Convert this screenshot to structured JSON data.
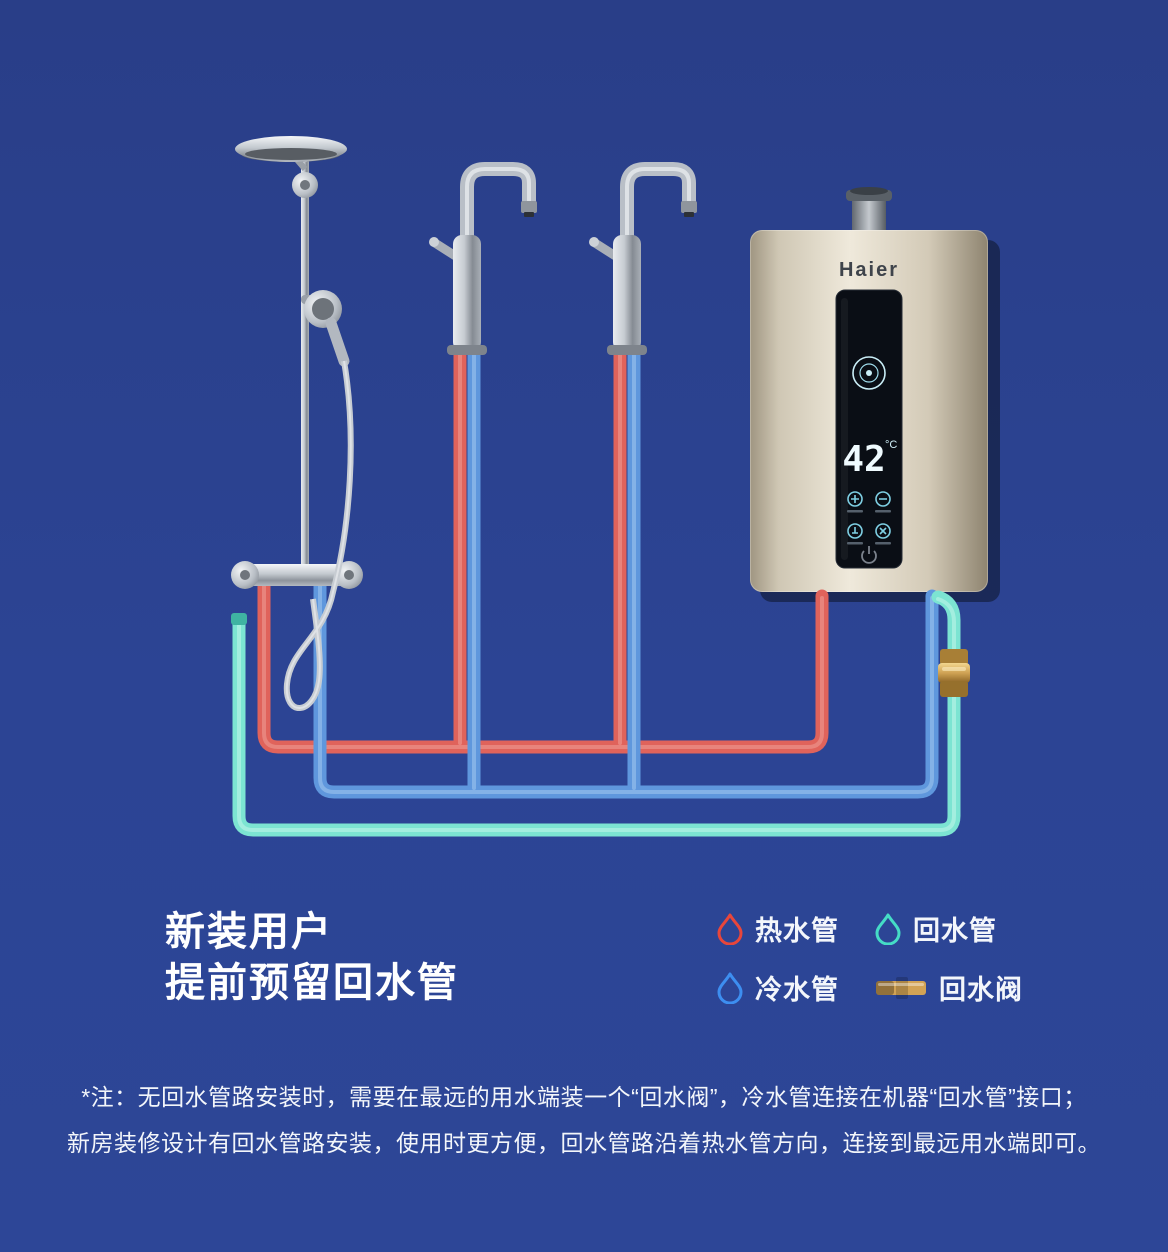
{
  "title": {
    "line1": "新装用户",
    "line2": "提前预留回水管"
  },
  "legend": [
    {
      "name": "hot-water-pipe",
      "icon": "droplet-icon",
      "label": "热水管",
      "color": "#e8463b"
    },
    {
      "name": "return-water-pipe",
      "icon": "droplet-icon",
      "label": "回水管",
      "color": "#45dcc6"
    },
    {
      "name": "cold-water-pipe",
      "icon": "droplet-icon",
      "label": "冷水管",
      "color": "#3d8ef0"
    },
    {
      "name": "return-water-valve",
      "icon": "valve-icon",
      "label": "回水阀",
      "color": "#d2a355"
    }
  ],
  "pipes": {
    "hot": "#e0635b",
    "cold": "#5f97dd",
    "return": "#7ce4d2"
  },
  "heater": {
    "brand": "Haier",
    "temp": "42",
    "unit": "°C"
  },
  "note": {
    "line1": "*注：无回水管路安装时，需要在最远的用水端装一个“回水阀”，冷水管连接在机器“回水管”接口；",
    "line2": "新房装修设计有回水管路安装，使用时更方便，回水管路沿着热水管方向，连接到最远用水端即可。"
  },
  "colors": {
    "page_bg": "#2b4190",
    "card_bg": "#1d2944"
  }
}
